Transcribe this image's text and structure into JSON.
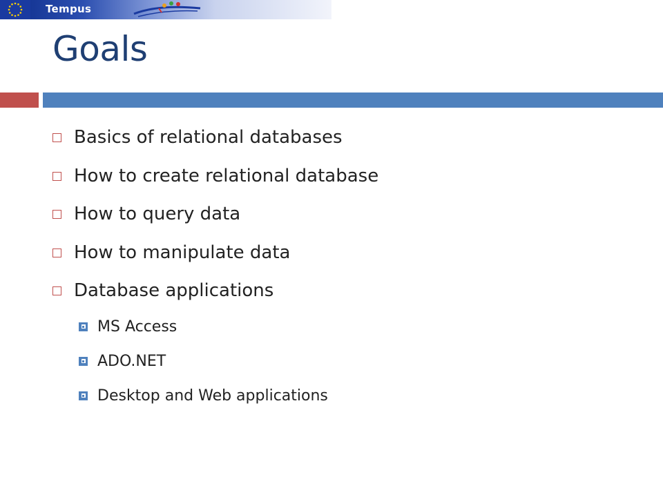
{
  "banner": {
    "logo_text": "Tempus"
  },
  "title": "Goals",
  "colors": {
    "title": "#1f3f73",
    "accent_red": "#c0504d",
    "accent_blue": "#4f81bd",
    "text": "#222222"
  },
  "bullets": [
    {
      "text": "Basics of relational databases"
    },
    {
      "text": "How to create relational database"
    },
    {
      "text": "How to query data"
    },
    {
      "text": "How to manipulate data"
    },
    {
      "text": "Database applications"
    }
  ],
  "sub_bullets": [
    {
      "text": "MS Access"
    },
    {
      "text": "ADO.NET"
    },
    {
      "text": "Desktop and Web applications"
    }
  ]
}
